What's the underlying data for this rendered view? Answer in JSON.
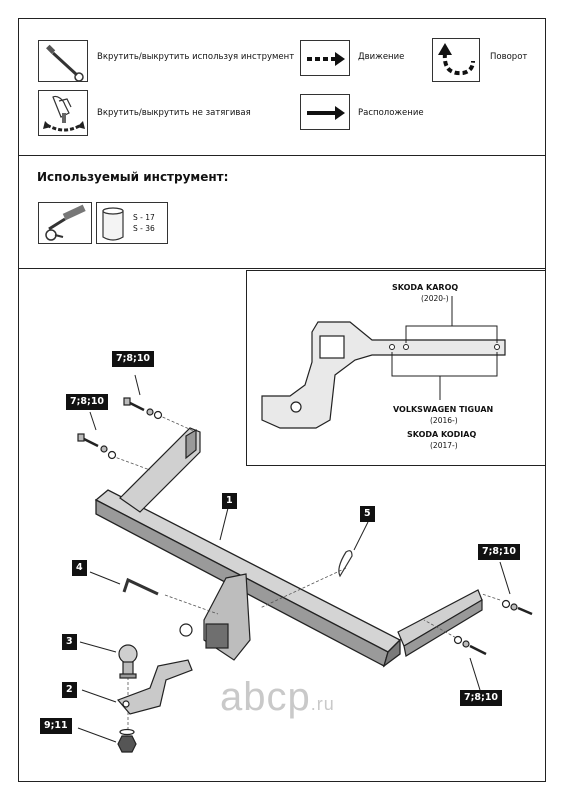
{
  "legend": {
    "screw_tool": "Вкрутить/выкрутить используя инструмент",
    "screw_loose": "Вкрутить/выкрутить не затягивая",
    "movement": "Движение",
    "location": "Расположение",
    "rotation": "Поворот"
  },
  "tools": {
    "title": "Используемый инструмент:",
    "socket_sizes": [
      "S - 17",
      "S - 36"
    ]
  },
  "inset": {
    "top_model": "SKODA KAROQ",
    "top_year": "(2020-)",
    "bottom_model_1": "VOLKSWAGEN TIGUAN",
    "bottom_year_1": "(2016-)",
    "bottom_model_2": "SKODA KODIAQ",
    "bottom_year_2": "(2017-)"
  },
  "callouts": {
    "part_1": "1",
    "part_2": "2",
    "part_3": "3",
    "part_4": "4",
    "part_5": "5",
    "bolts_a": "7;8;10",
    "bolts_b": "7;8;10",
    "bolts_c": "7;8;10",
    "bolts_d": "7;8;10",
    "nut": "9;11"
  },
  "watermark": {
    "text": "abcp",
    "suffix": ".ru"
  }
}
